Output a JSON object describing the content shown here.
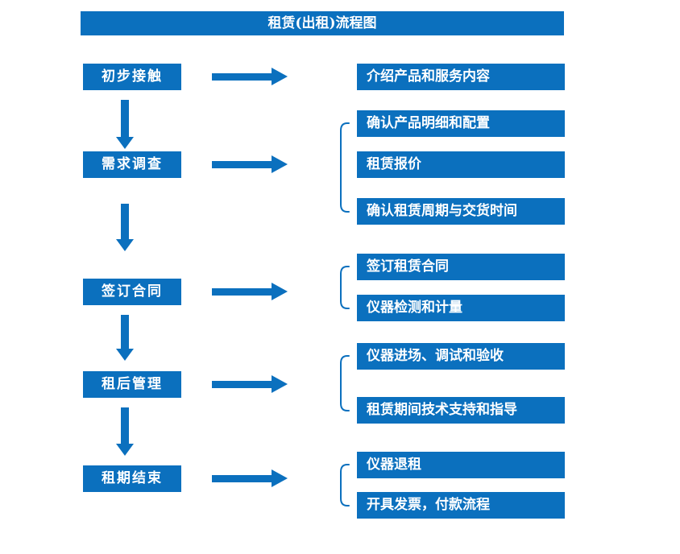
{
  "title": "租赁(出租)流程图",
  "colors": {
    "primary": "#0B70BE",
    "box_text": "#FFFFFF",
    "background": "#FFFFFF"
  },
  "steps": [
    {
      "label": "初步接触"
    },
    {
      "label": "需求调查"
    },
    {
      "label": "签订合同"
    },
    {
      "label": "租后管理"
    },
    {
      "label": "租期结束"
    }
  ],
  "details": [
    {
      "step": "初步接触",
      "items": [
        "介绍产品和服务内容"
      ]
    },
    {
      "step": "需求调查",
      "items": [
        "确认产品明细和配置",
        "租赁报价",
        "确认租赁周期与交货时间"
      ]
    },
    {
      "step": "签订合同",
      "items": [
        "签订租赁合同",
        "仪器检测和计量"
      ]
    },
    {
      "step": "租后管理",
      "items": [
        "仪器进场、调试和验收",
        "租赁期间技术支持和指导"
      ]
    },
    {
      "step": "租期结束",
      "items": [
        "仪器退租",
        "开具发票，付款流程"
      ]
    }
  ]
}
